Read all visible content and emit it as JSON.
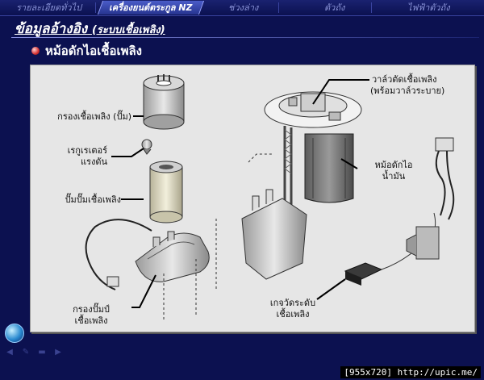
{
  "nav": {
    "tabs": [
      {
        "label": "รายละเอียดทั่วไป",
        "active": false
      },
      {
        "label": "เครื่องยนต์ตระกูล NZ",
        "active": true
      },
      {
        "label": "ช่วงล่าง",
        "active": false
      },
      {
        "label": "ตัวถัง",
        "active": false
      },
      {
        "label": "ไฟฟ้าตัวถัง",
        "active": false
      }
    ]
  },
  "page": {
    "title": "ข้อมูลอ้างอิง",
    "title_sub": "(ระบบเชื้อเพลิง)",
    "section_heading": "หม้อดักไอเชื้อเพลิง"
  },
  "diagram": {
    "labels": {
      "fuel_filter_pump": "กรองเชื้อเพลิง (ปั๊ม)",
      "pressure_regulator_1": "เรกูเรเตอร์",
      "pressure_regulator_2": "แรงดัน",
      "fuel_pump": "ปั๊มปั๊มเชื้อเพลิง",
      "pump_filter_1": "กรองปั๊มป์",
      "pump_filter_2": "เชื้อเพลิง",
      "cutoff_valve_1": "วาล์วตัดเชื้อเพลิง",
      "cutoff_valve_2": "(พร้อมวาล์วระบาย)",
      "vapor_canister_1": "หม้อดักไอ",
      "vapor_canister_2": "น้ำมัน",
      "level_gauge_1": "เกจวัดระดับ",
      "level_gauge_2": "เชื้อเพลิง"
    }
  },
  "watermark": "[955x720] http://upic.me/",
  "colors": {
    "background": "#0c1150",
    "panel": "#e6e6e6",
    "active_tab": "#3a48b0"
  }
}
